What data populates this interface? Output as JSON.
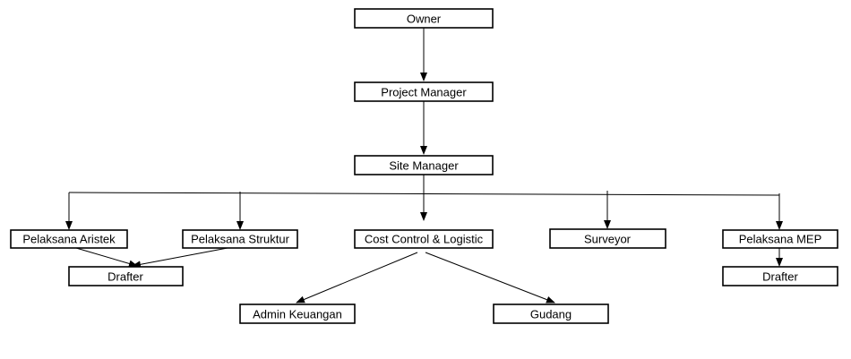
{
  "nodes": {
    "owner": {
      "label": "Owner"
    },
    "project_manager": {
      "label": "Project Manager"
    },
    "site_manager": {
      "label": "Site Manager"
    },
    "pelaksana_aristek": {
      "label": "Pelaksana Aristek"
    },
    "pelaksana_struktur": {
      "label": "Pelaksana Struktur"
    },
    "cost_control": {
      "label": "Cost Control & Logistic"
    },
    "surveyor": {
      "label": "Surveyor"
    },
    "pelaksana_mep": {
      "label": "Pelaksana MEP"
    },
    "drafter_left": {
      "label": "Drafter"
    },
    "drafter_right": {
      "label": "Drafter"
    },
    "admin_keuangan": {
      "label": "Admin Keuangan"
    },
    "gudang": {
      "label": "Gudang"
    }
  }
}
